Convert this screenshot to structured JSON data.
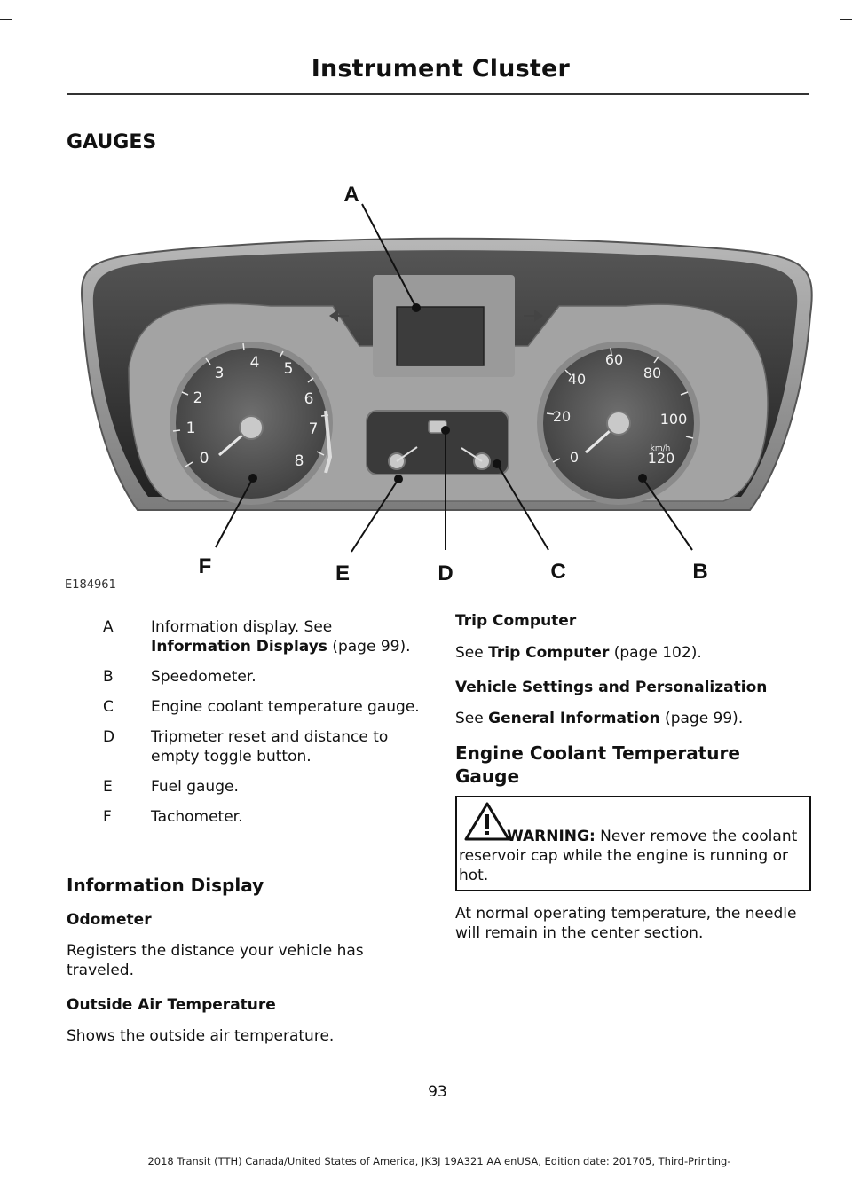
{
  "header": {
    "title": "Instrument Cluster"
  },
  "section_title": "GAUGES",
  "figure": {
    "callouts": [
      "A",
      "B",
      "C",
      "D",
      "E",
      "F"
    ],
    "id": "E184961",
    "tach_labels": [
      "0",
      "1",
      "2",
      "3",
      "4",
      "5",
      "6",
      "7",
      "8"
    ],
    "speedo_mph_labels": [
      "0",
      "20",
      "40",
      "60",
      "80",
      "100",
      "120"
    ],
    "speedo_units": "km/h"
  },
  "legend": [
    {
      "key": "A",
      "text": "Information display.  See ",
      "ref": "Information Displays",
      "after": " (page 99)."
    },
    {
      "key": "B",
      "text": "Speedometer."
    },
    {
      "key": "C",
      "text": "Engine coolant temperature gauge."
    },
    {
      "key": "D",
      "text": "Tripmeter reset and distance to empty toggle button."
    },
    {
      "key": "E",
      "text": "Fuel gauge."
    },
    {
      "key": "F",
      "text": "Tachometer."
    }
  ],
  "left": {
    "info_heading": "Information Display",
    "odometer_heading": "Odometer",
    "odometer_text": "Registers the distance your vehicle has traveled.",
    "oat_heading": "Outside Air Temperature",
    "oat_text": "Shows the outside air temperature."
  },
  "right": {
    "trip_heading": "Trip Computer",
    "trip_see": "See ",
    "trip_ref": "Trip Computer",
    "trip_page": " (page 102).",
    "vsp_heading": "Vehicle Settings and Personalization",
    "vsp_see": "See ",
    "vsp_ref": "General Information",
    "vsp_page": " (page 99).",
    "coolant_heading": "Engine Coolant Temperature Gauge",
    "warning_label": "WARNING:",
    "warning_text": " Never remove the coolant reservoir cap while the engine is running or hot.",
    "normal_text": "At normal operating temperature, the needle will remain in the center section."
  },
  "page_number": "93",
  "footer": "2018 Transit (TTH) Canada/United States of America, JK3J 19A321 AA enUSA, Edition date: 201705, Third-Printing-"
}
